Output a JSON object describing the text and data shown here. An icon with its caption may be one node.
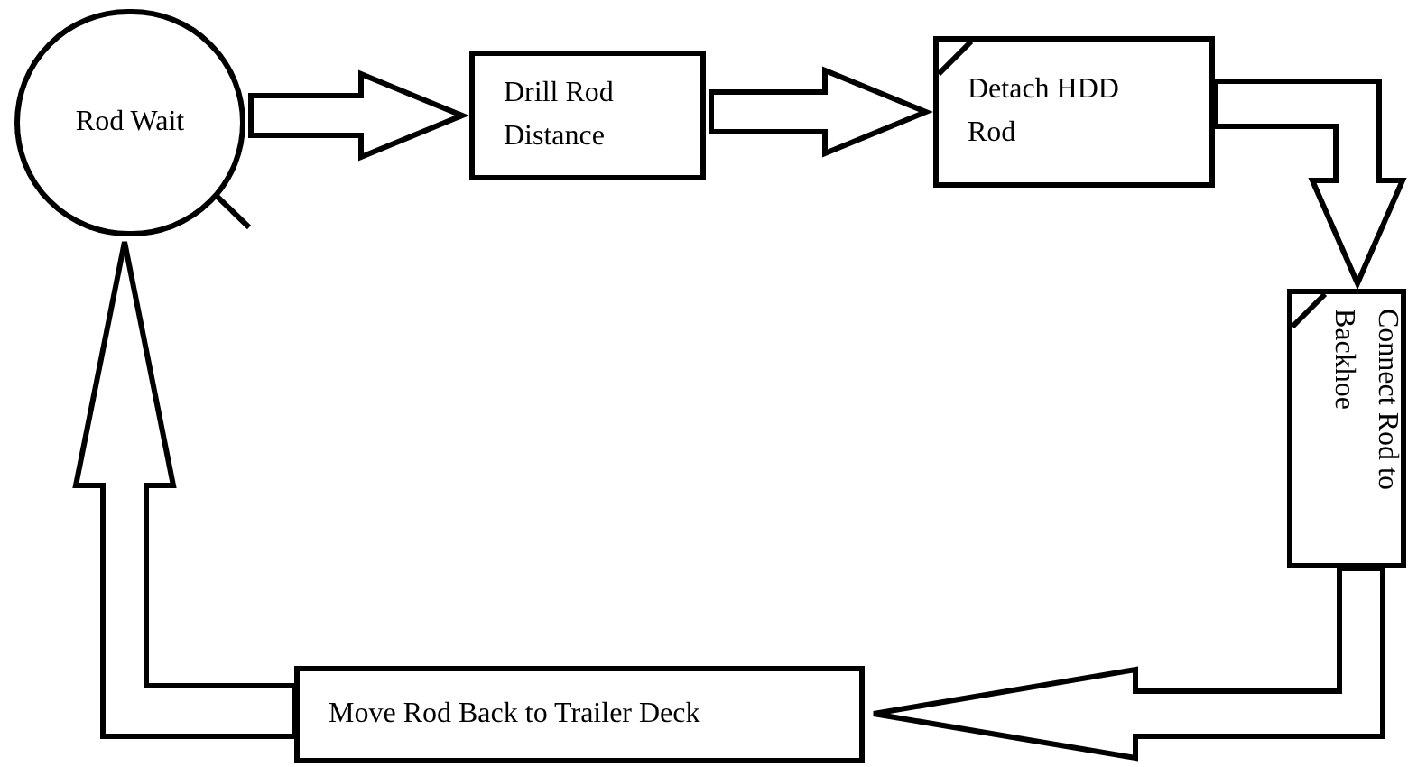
{
  "diagram": {
    "nodes": [
      {
        "text": [
          "Rod Wait"
        ]
      },
      {
        "text": [
          "Drill Rod Distance"
        ]
      },
      {
        "text": [
          "Detach HDD Rod"
        ]
      },
      {
        "text": [
          "Connect Rod to Backhoe"
        ]
      },
      {
        "text": [
          "Move Rod Back to Trailer Deck"
        ]
      }
    ],
    "edges": [
      {
        "from": 0,
        "to": 1,
        "arrow": "to"
      },
      {
        "from": 1,
        "to": 2,
        "arrow": "to"
      },
      {
        "from": 2,
        "to": 3,
        "arrow": "to"
      },
      {
        "from": 3,
        "to": 4,
        "arrow": "to"
      },
      {
        "from": 4,
        "to": 0,
        "arrow": "to"
      }
    ]
  }
}
